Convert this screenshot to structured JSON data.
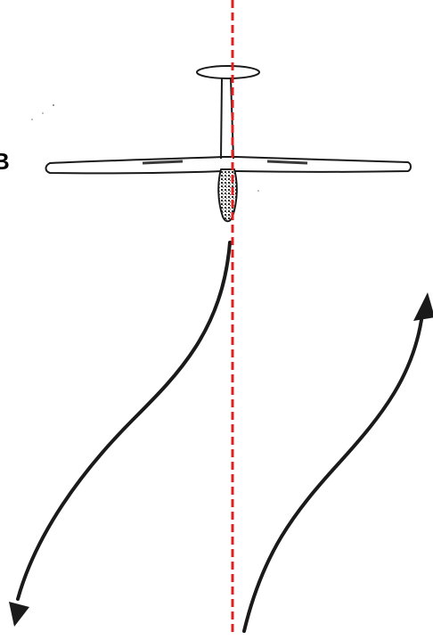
{
  "figure": {
    "label_text": "B",
    "colors": {
      "background": "#ffffff",
      "ink": "#1a1a1a",
      "centerline": "#e0201f"
    },
    "icons": {
      "aircraft": "glider-top-view",
      "left_path": "curved-arrow-down-left",
      "right_path": "curved-arrow-up-right"
    }
  }
}
